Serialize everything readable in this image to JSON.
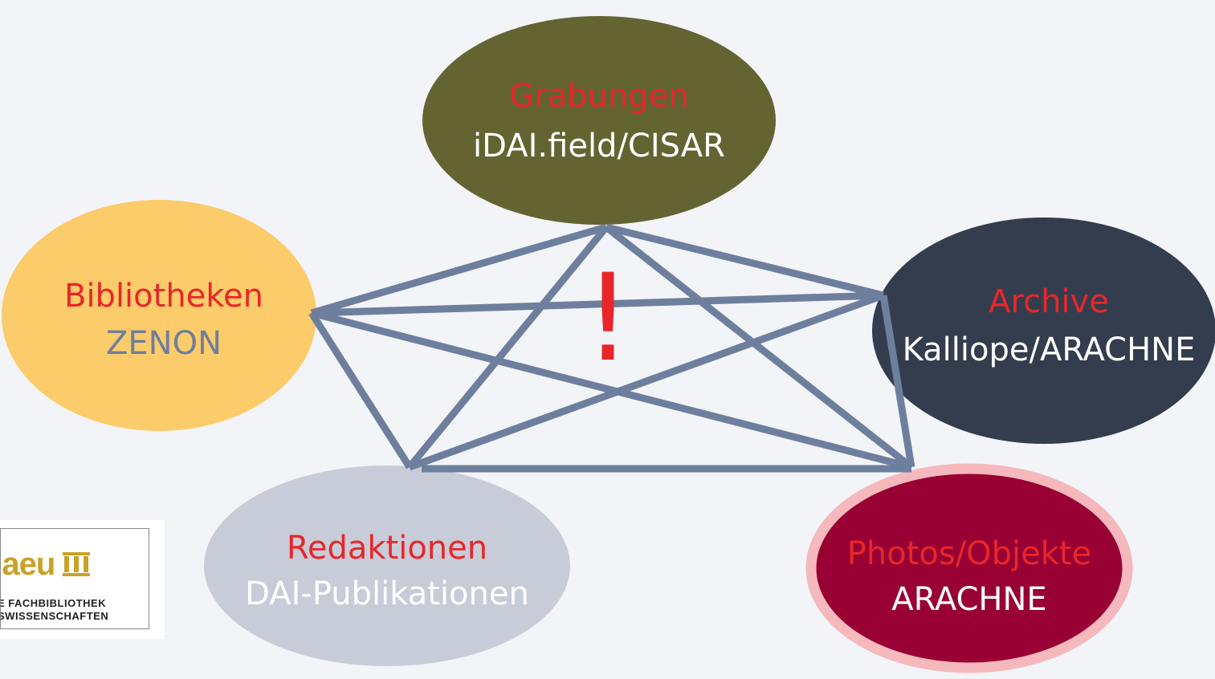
{
  "nodes": {
    "grabungen": {
      "title": "Grabungen",
      "subtitle": "iDAI.field/CISAR"
    },
    "bibliotheken": {
      "title": "Bibliotheken",
      "subtitle": "ZENON"
    },
    "archive": {
      "title": "Archive",
      "subtitle": "Kalliope/ARACHNE"
    },
    "redaktionen": {
      "title": "Redaktionen",
      "subtitle": "DAI-Publikationen"
    },
    "photos": {
      "title": "Photos/Objekte",
      "subtitle": "ARACHNE"
    }
  },
  "exclamation": "!",
  "logo": {
    "wordmark": "ylaeu",
    "line1": "E FACHBIBLIOTHEK",
    "line2": "SWISSENSCHAFTEN"
  },
  "colors": {
    "background": "#f3f4f8",
    "connector": "#6e7f9e",
    "title_red": "#e8262a",
    "grabungen_fill": "#646432",
    "bibliotheken_fill": "#fccb6a",
    "archive_fill": "#343d4e",
    "redaktionen_fill": "#c8ccd8",
    "photos_fill": "#990033",
    "photos_ring": "#f4b8bd"
  }
}
